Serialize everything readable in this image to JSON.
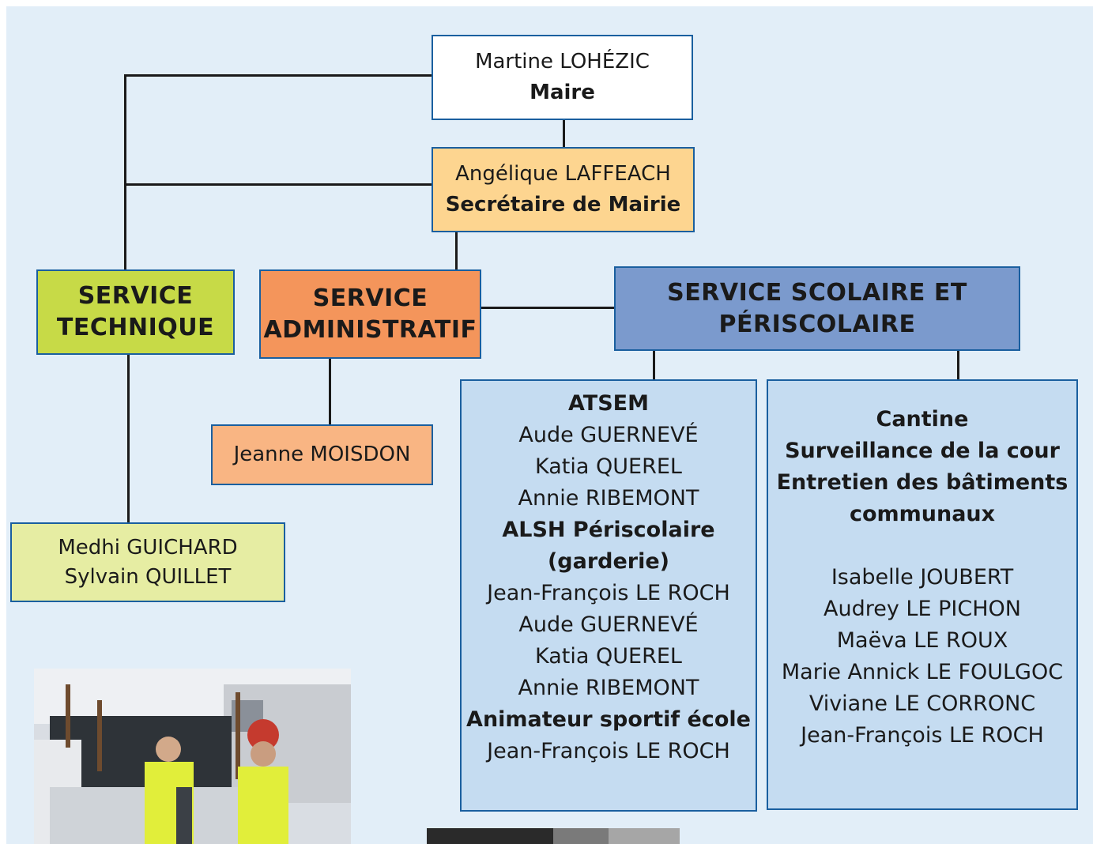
{
  "mayor": {
    "name": "Martine LOHÉZIC",
    "title": "Maire"
  },
  "secretary": {
    "name": "Angélique LAFFEACH",
    "title": "Secrétaire de Mairie"
  },
  "services": {
    "technique": {
      "line1": "SERVICE",
      "line2": "TECHNIQUE",
      "members": [
        "Medhi GUICHARD",
        "Sylvain QUILLET"
      ]
    },
    "administratif": {
      "line1": "SERVICE",
      "line2": "ADMINISTRATIF",
      "members": [
        "Jeanne MOISDON"
      ]
    },
    "scolaire": {
      "line1": "SERVICE SCOLAIRE ET",
      "line2": "PÉRISCOLAIRE"
    }
  },
  "scolaire_left": {
    "atsem_heading": "ATSEM",
    "atsem": [
      "Aude GUERNEVÉ",
      "Katia QUEREL",
      "Annie RIBEMONT"
    ],
    "alsh_heading_1": "ALSH Périscolaire",
    "alsh_heading_2": "(garderie)",
    "alsh": [
      "Jean-François LE ROCH",
      "Aude GUERNEVÉ",
      "Katia QUEREL",
      "Annie RIBEMONT"
    ],
    "sport_heading": "Animateur sportif école",
    "sport": [
      "Jean-François LE ROCH"
    ]
  },
  "scolaire_right": {
    "headings": [
      "Cantine",
      "Surveillance de la cour",
      "Entretien des bâtiments",
      "communaux"
    ],
    "members": [
      "Isabelle JOUBERT",
      "Audrey LE PICHON",
      "Maëva LE ROUX",
      "Marie Annick LE FOULGOC",
      "Viviane LE CORRONC",
      "Jean-François LE ROCH"
    ]
  },
  "colors": {
    "background": "#e2eef8",
    "border": "#1a5f9f",
    "technique": "#c7da47",
    "technique_light": "#e6eda3",
    "administratif": "#f4955b",
    "administratif_light": "#f9b583",
    "scolaire": "#7b9acd",
    "scolaire_light": "#c5dcf1",
    "secretary": "#fdd590"
  }
}
